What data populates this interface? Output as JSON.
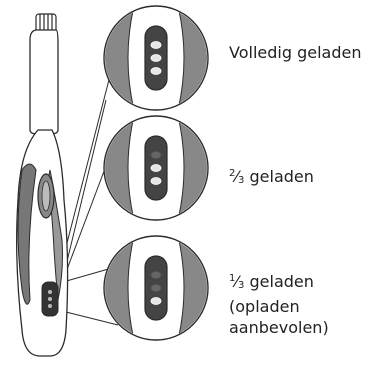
{
  "colors": {
    "outline": "#2b2b2b",
    "grip_dark": "#777777",
    "body_light": "#ffffff",
    "lamp_fill": "#444444",
    "lamp_band": "#9a9a9a"
  },
  "states": [
    {
      "label_lines": [
        "Volledig geladen"
      ],
      "fraction": null,
      "lit_leds": 3,
      "icon": "led-indicator-full-icon"
    },
    {
      "label_lines": [
        "geladen"
      ],
      "fraction": {
        "numerator": "2",
        "denominator": "3"
      },
      "lit_leds": 2,
      "icon": "led-indicator-two-thirds-icon"
    },
    {
      "label_lines": [
        "geladen",
        "(opladen",
        "aanbevolen)"
      ],
      "fraction": {
        "numerator": "1",
        "denominator": "3"
      },
      "lit_leds": 1,
      "icon": "led-indicator-one-third-icon"
    }
  ],
  "toothbrush_icon": "electric-toothbrush-icon"
}
